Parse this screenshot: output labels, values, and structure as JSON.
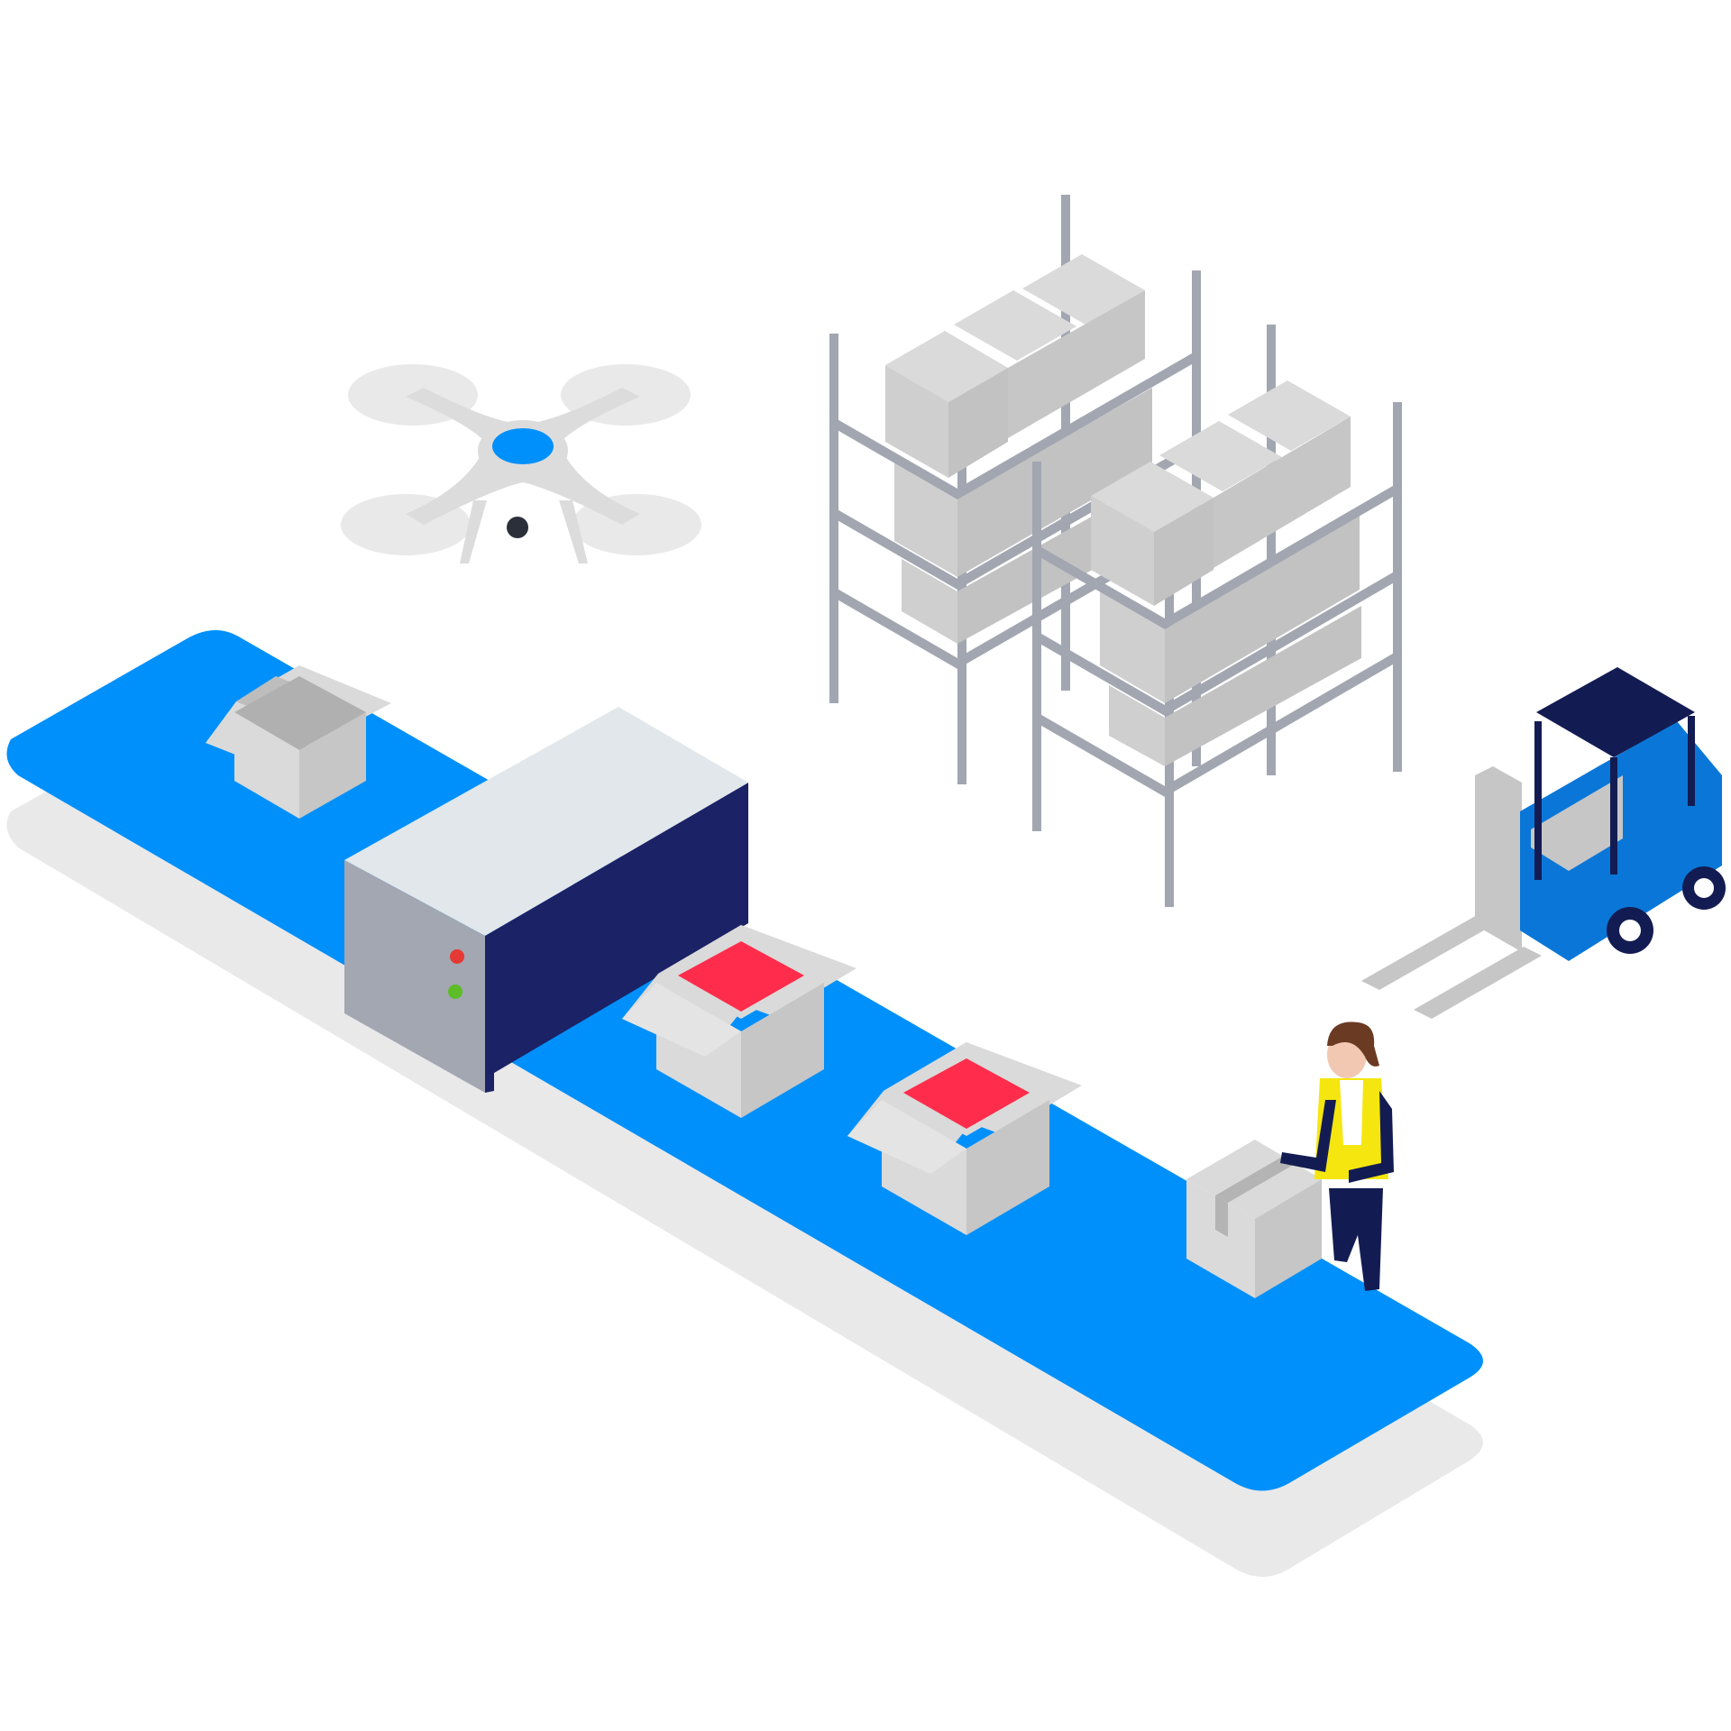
{
  "scene": {
    "subject": "warehouse-logistics-illustration",
    "colors": {
      "belt": "#0090fb",
      "belt_shadow": "#e9e9ea",
      "box_light": "#dadada",
      "box_mid": "#c6c6c6",
      "box_dark": "#b4b4b4",
      "box_interior": "#ff2d4b",
      "rack": "#a1a6b1",
      "scanner_top": "#e1e7eb",
      "scanner_side": "#a2a7b2",
      "scanner_inner": "#1b2266",
      "drone_body": "#dcdcdc",
      "drone_accent": "#0090fb",
      "forklift_body": "#0a77d8",
      "forklift_roof": "#131c52",
      "vest": "#f5e60f",
      "pants": "#131c52",
      "hair": "#6b3a22",
      "indicator_red": "#e53935",
      "indicator_green": "#5dbd26"
    },
    "objects": [
      "conveyor-belt",
      "scanner-tunnel",
      "drone",
      "storage-rack-back",
      "storage-rack-front",
      "forklift",
      "worker",
      "parcel-box-open",
      "parcel-box-open-filled",
      "parcel-box-sealed"
    ]
  }
}
